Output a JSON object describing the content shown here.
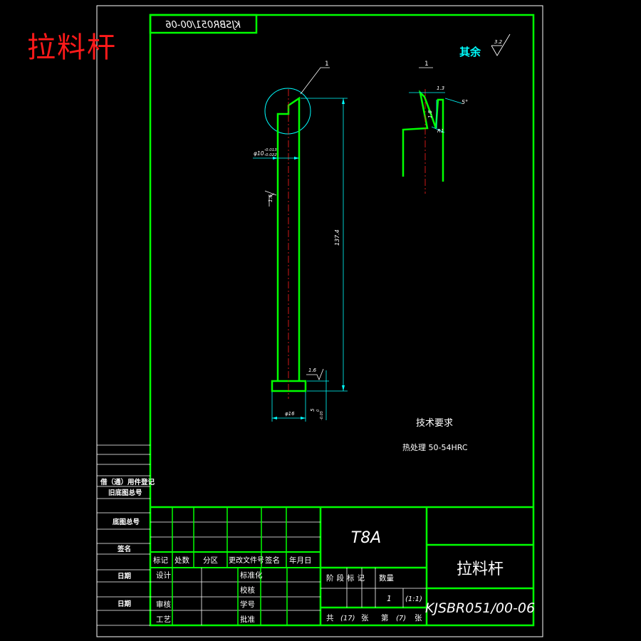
{
  "drawing": {
    "title_cn": "拉料杆",
    "drawing_no": "KJSBR051/00-06",
    "drawing_no_mirrored": "KJSBR051/00-06",
    "material": "T8A",
    "scale": "(1:1)",
    "quantity": "1",
    "sheet_info": {
      "total_label": "共",
      "total_value": "(17)",
      "sheets_label": "张",
      "page_label": "第",
      "page_value": "(7)",
      "page_unit": "张"
    }
  },
  "annotations": {
    "roughness_rest_label": "其余",
    "roughness_rest_value": "3.2",
    "detail_ref_main": "1",
    "detail_ref_detail": "1",
    "dia_upper": "φ10",
    "dia_upper_tol_hi": "-0.013",
    "dia_upper_tol_lo": "-0.022",
    "roughness_shaft": "1.6",
    "roughness_head": "1.6",
    "length_total": "137.4",
    "head_dia": "φ16",
    "head_thk": "5",
    "head_thk_tol_hi": "0",
    "head_thk_tol_lo": "-0.05",
    "detail_w": "1.3",
    "detail_angle": "5°",
    "detail_h": "1.8",
    "detail_r": "R1"
  },
  "tech": {
    "heading": "技术要求",
    "line1": "热处理 50-54HRC"
  },
  "left_panel": {
    "row1": "借（通）用件登记",
    "row2": "旧底图总号",
    "row3": "底图总号",
    "row4": "签名",
    "row5": "日期",
    "row6": "日期"
  },
  "title_block": {
    "mark": "标记",
    "count": "处数",
    "zone": "分区",
    "change_doc": "更改文件号",
    "signature": "签名",
    "date": "年月日",
    "design": "设计",
    "standardize": "标准化",
    "proofread": "校核",
    "review": "审核",
    "craft": "工艺",
    "approve": "批准",
    "stage_mark": "阶段标记",
    "weight": "数量",
    "trans": "学号"
  }
}
